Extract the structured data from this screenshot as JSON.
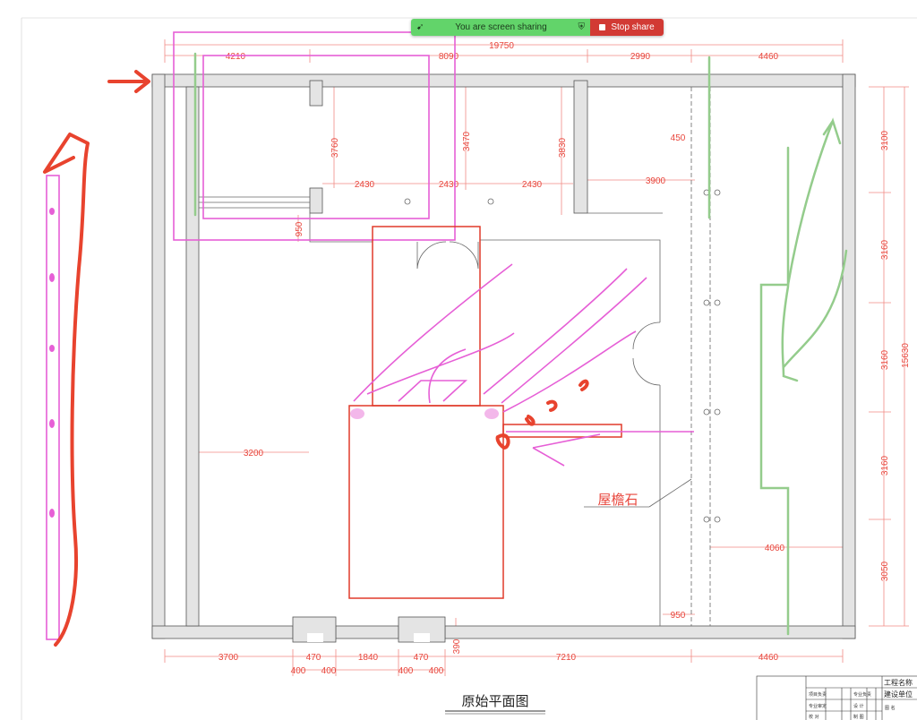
{
  "share_bar": {
    "message": "You are screen sharing",
    "stop_label": "Stop share",
    "colors": {
      "bar": "#62d46a",
      "stop": "#d23a34"
    }
  },
  "plan": {
    "title": "原始平面图",
    "label_eave_stone": "屋檐石",
    "top_dims": {
      "total": "19750",
      "d1": "4210",
      "d2": "8090",
      "d3": "2990",
      "d4": "4460"
    },
    "interior_dims": {
      "v3760": "3760",
      "v3470": "3470",
      "v3830": "3830",
      "d450": "450",
      "h2430a": "2430",
      "h2430b": "2430",
      "h2430c": "2430",
      "h3900": "3900",
      "v950": "950",
      "h3200": "3200",
      "h4060": "4060",
      "h950": "950"
    },
    "right_dims": {
      "r1": "3100",
      "r2": "3160",
      "r3": "3160",
      "r4": "3160",
      "r5": "3050",
      "total": "15630"
    },
    "bottom_dims": {
      "b1": "3700",
      "b2": "470",
      "b3": "1840",
      "b4": "470",
      "b5": "7210",
      "b6": "4460",
      "s1": "400",
      "s2": "400",
      "s3": "400",
      "s4": "400",
      "v390": "390"
    }
  },
  "title_block": {
    "c1": "项目负责",
    "c2": "专业负责",
    "c3": "工程名称",
    "c4": "建设单位",
    "c5": "专业审定",
    "c6": "设 计",
    "c7": "图 名",
    "c8": "校 对",
    "c9": "制 图"
  }
}
